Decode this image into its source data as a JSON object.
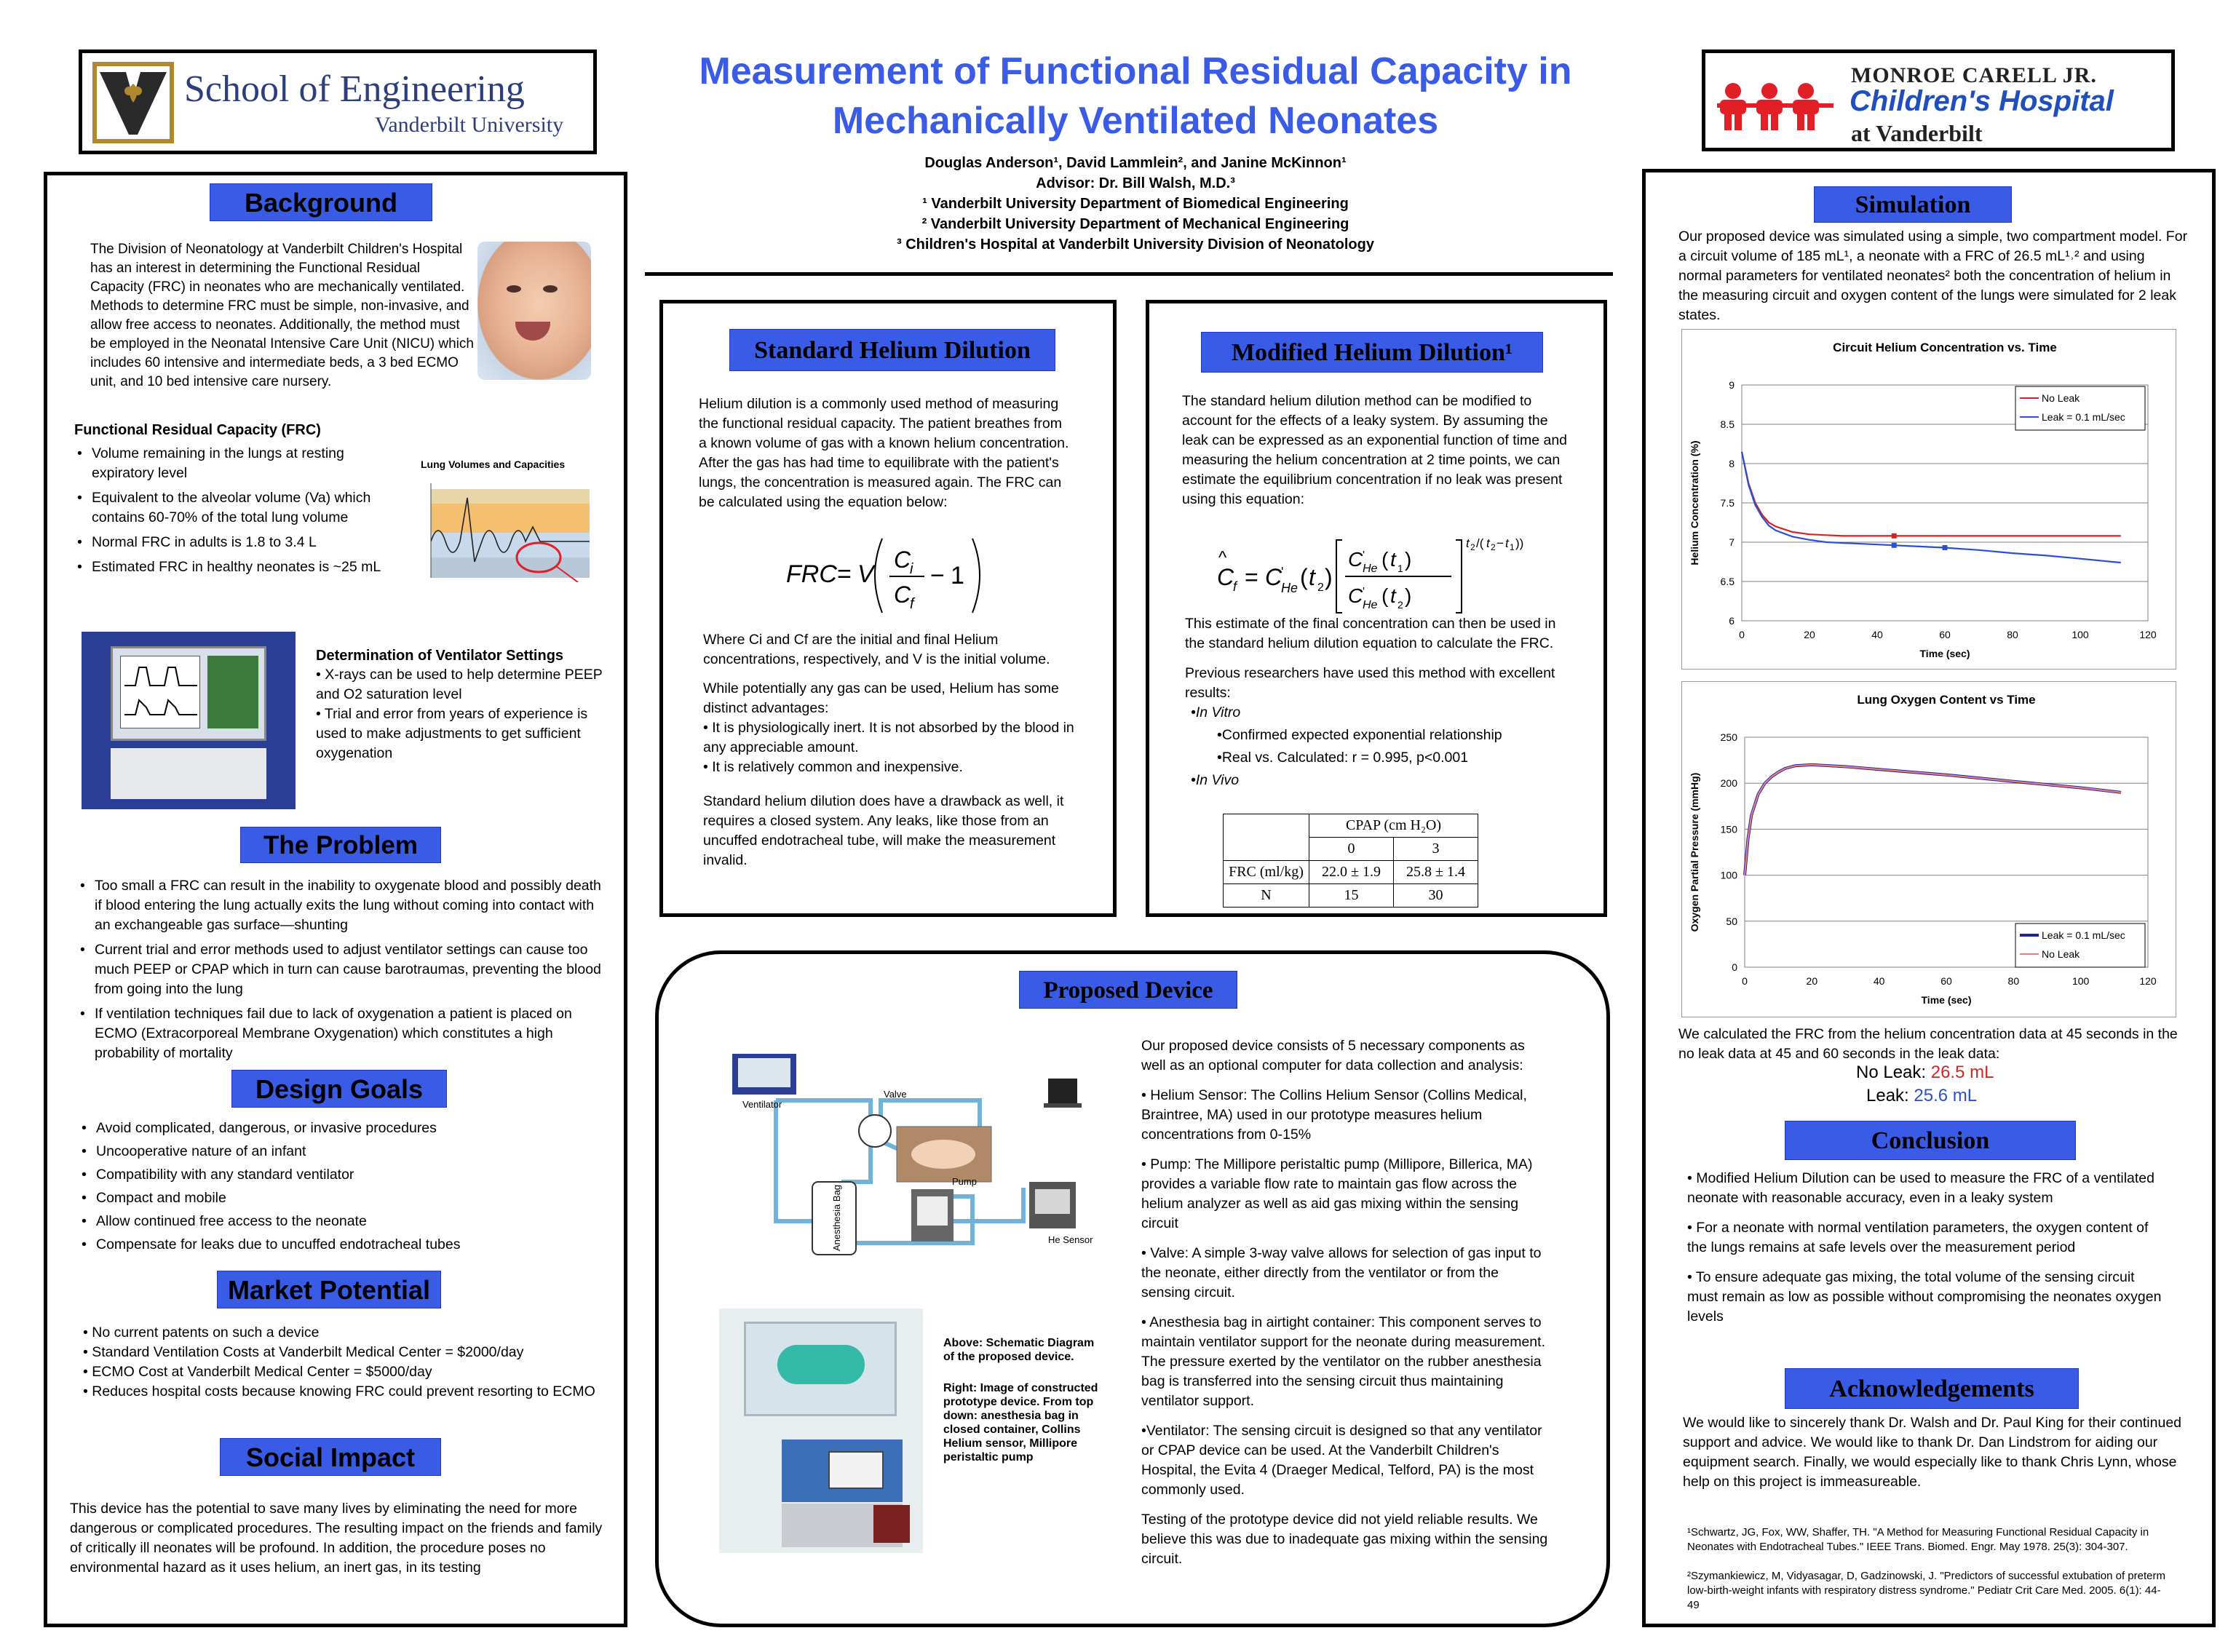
{
  "header": {
    "title_line1": "Measurement of Functional Residual Capacity in",
    "title_line2": "Mechanically Ventilated Neonates",
    "authors": "Douglas Anderson¹, David Lammlein², and Janine McKinnon¹",
    "advisor": "Advisor: Dr. Bill Walsh, M.D.³",
    "affil1": "¹ Vanderbilt University Department of Biomedical Engineering",
    "affil2": "² Vanderbilt University Department of Mechanical Engineering",
    "affil3": "³ Children's Hospital at Vanderbilt University Division of Neonatology",
    "logo_left_line1": "School of Engineering",
    "logo_left_line2": "Vanderbilt University",
    "logo_right_line1": "MONROE CARELL JR.",
    "logo_right_line2": "Children's Hospital",
    "logo_right_line3": "at Vanderbilt"
  },
  "background": {
    "heading": "Background",
    "intro": "The Division of Neonatology at Vanderbilt Children's Hospital has an interest in determining the Functional Residual Capacity (FRC) in neonates who are mechanically ventilated. Methods to determine FRC must be simple, non-invasive, and allow free access to neonates. Additionally, the method must be employed in the Neonatal Intensive Care Unit (NICU) which includes 60 intensive and intermediate beds, a 3 bed ECMO unit, and 10 bed intensive care nursery.",
    "frc_heading": "Functional Residual Capacity (FRC)",
    "frc_items": [
      "Volume remaining in the lungs at resting expiratory level",
      "Equivalent to the alveolar volume (Va) which contains 60-70% of the total lung volume",
      "Normal FRC in adults is 1.8 to 3.4 L",
      "Estimated FRC in healthy neonates is ~25 mL"
    ],
    "lung_chart_title": "Lung Volumes and Capacities",
    "vent_heading": "Determination of Ventilator Settings",
    "vent_items": [
      "X-rays can be used to help determine PEEP and O2 saturation level",
      "Trial and error from years of experience is used to make adjustments to get sufficient oxygenation"
    ]
  },
  "problem": {
    "heading": "The Problem",
    "items": [
      "Too small a FRC can result in the inability to oxygenate blood and possibly death if blood entering the lung actually exits the lung without coming into contact with an exchangeable gas surface—shunting",
      "Current trial and error methods used to adjust ventilator settings can cause too much PEEP or CPAP which in turn can cause barotraumas, preventing the blood from going into the lung",
      "If ventilation techniques fail due to lack of oxygenation a patient is placed on ECMO (Extracorporeal Membrane Oxygenation) which constitutes a high probability of mortality"
    ]
  },
  "design_goals": {
    "heading": "Design Goals",
    "items": [
      "Avoid complicated, dangerous, or invasive procedures",
      "Uncooperative nature of an infant",
      "Compatibility with any standard ventilator",
      "Compact and mobile",
      "Allow continued free access to the neonate",
      "Compensate for leaks due to uncuffed endotracheal tubes"
    ]
  },
  "market": {
    "heading": "Market Potential",
    "items": [
      "No current patents on such a device",
      "Standard Ventilation Costs at Vanderbilt Medical Center = $2000/day",
      "ECMO Cost at Vanderbilt Medical Center = $5000/day",
      "Reduces hospital costs because knowing FRC could prevent resorting to ECMO"
    ]
  },
  "social": {
    "heading": "Social Impact",
    "text": "This device has the potential to save many lives by eliminating the need for more dangerous or complicated procedures. The resulting impact on the friends and family of critically ill neonates will be profound. In addition, the procedure poses no environmental hazard as it uses helium, an inert gas, in its testing"
  },
  "standard": {
    "heading": "Standard Helium Dilution",
    "p1": "Helium dilution is a commonly used method of measuring the functional residual capacity. The patient breathes from a known volume of gas with a known helium concentration. After the gas has had time to equilibrate with the patient's lungs, the concentration is measured again. The FRC can be calculated using the equation below:",
    "p2": "Where Ci and Cf are the initial and final Helium concentrations, respectively, and V is the initial volume.",
    "p3": "While potentially any gas can be used, Helium has some distinct advantages:",
    "adv1": "• It is physiologically inert. It is not absorbed by the blood in any appreciable amount.",
    "adv2": "• It is relatively common and inexpensive.",
    "p4": "Standard helium dilution does have a drawback as well, it requires a closed system. Any leaks, like those from an uncuffed endotracheal tube, will make the measurement invalid."
  },
  "modified": {
    "heading": "Modified Helium Dilution¹",
    "p1": "The standard helium dilution method can be modified to account for the effects of a leaky system. By assuming the leak can be expressed as an exponential function of time and measuring the helium concentration at 2 time points, we can estimate the equilibrium concentration if no leak was present using this equation:",
    "p2": "This estimate of the final concentration can then be used in the standard helium dilution equation to calculate the FRC.",
    "p3": "Previous researchers have used this method with excellent results:",
    "in_vitro": "•In Vitro",
    "r1": "•Confirmed expected exponential relationship",
    "r2": "•Real vs. Calculated: r = 0.995, p<0.001",
    "in_vivo": "•In Vivo",
    "table": {
      "header": "CPAP (cm H₂O)",
      "cols": [
        "0",
        "3"
      ],
      "rows": [
        {
          "label": "FRC (ml/kg)",
          "v0": "22.0 ± 1.9",
          "v3": "25.8 ± 1.4"
        },
        {
          "label": "N",
          "v0": "15",
          "v3": "30"
        }
      ]
    }
  },
  "device": {
    "heading": "Proposed Device",
    "intro": "Our proposed device consists of 5 necessary components as well as an optional computer for data collection and analysis:",
    "items": [
      "• Helium Sensor: The Collins Helium Sensor (Collins Medical, Braintree, MA) used in our prototype measures helium concentrations from 0-15%",
      "• Pump: The Millipore peristaltic pump (Millipore, Billerica, MA) provides a variable flow rate to maintain gas flow across the helium analyzer as well as aid gas mixing within the sensing circuit",
      "• Valve: A simple 3-way valve allows for selection of gas input to the neonate, either directly from the ventilator or from the sensing circuit.",
      "• Anesthesia bag in airtight container: This component serves to maintain ventilator support for the neonate during measurement. The pressure exerted by the ventilator on the rubber anesthesia bag is transferred into the sensing circuit thus maintaining ventilator support.",
      "•Ventilator: The sensing circuit is designed so that any ventilator or CPAP device can be used. At the Vanderbilt Children's Hospital, the Evita 4 (Draeger Medical, Telford, PA) is the most commonly used.",
      "Testing of the prototype device did not yield reliable results. We believe this was due to inadequate gas mixing within the sensing circuit."
    ],
    "schematic": {
      "ventilator": "Ventilator",
      "valve": "Valve",
      "pump": "Pump",
      "bag": "Anesthesia Bag",
      "sensor": "He Sensor"
    },
    "caption1": "Above: Schematic Diagram of the proposed device.",
    "caption2": "Right: Image of constructed prototype device. From top down: anesthesia bag in closed container, Collins Helium sensor, Millipore peristaltic pump"
  },
  "simulation": {
    "heading": "Simulation",
    "intro": "Our proposed device was simulated using a simple, two compartment model. For a circuit volume of 185 mL¹, a neonate with a FRC of 26.5 mL¹˒² and using normal parameters for ventilated neonates² both the concentration of helium in the measuring circuit and oxygen content of the lungs were simulated for 2 leak states.",
    "result_text": "We calculated the FRC from the helium concentration data at 45 seconds in the no leak data at 45 and 60 seconds in the leak data:",
    "noleak_label": "No Leak:",
    "noleak_value": "26.5 mL",
    "leak_label": "Leak:",
    "leak_value": "25.6 mL",
    "red": "#d22424",
    "blue": "#2a4fd6"
  },
  "conclusion": {
    "heading": "Conclusion",
    "items": [
      "Modified Helium Dilution can be used to measure the FRC of a ventilated neonate with reasonable accuracy, even in a leaky system",
      "For a neonate with normal ventilation parameters, the oxygen content of the lungs remains at safe levels over the measurement period",
      "To ensure adequate gas mixing, the total volume of the sensing circuit must remain as low as possible without compromising the neonates oxygen levels"
    ]
  },
  "ack": {
    "heading": "Acknowledgements",
    "text": "We would like to sincerely thank Dr. Walsh and Dr. Paul King for their continued support and advice. We would like to thank Dr. Dan Lindstrom for aiding our equipment search. Finally, we would especially like to thank Chris Lynn, whose help on this project is immeasureable.",
    "ref1": "¹Schwartz, JG, Fox, WW, Shaffer, TH. \"A Method for Measuring Functional Residual Capacity in Neonates with Endotracheal Tubes.\" IEEE Trans. Biomed. Engr. May 1978. 25(3): 304-307.",
    "ref2": "²Szymankiewicz, M, Vidyasagar, D, Gadzinowski, J. \"Predictors of successful extubation of preterm low-birth-weight infants with respiratory distress syndrome.\" Pediatr Crit Care Med. 2005. 6(1): 44-49"
  },
  "chart_data": [
    {
      "type": "line",
      "title": "Circuit Helium Concentration vs. Time",
      "xlabel": "Time (sec)",
      "ylabel": "Helium Concentration (%)",
      "xlim": [
        0,
        120
      ],
      "ylim": [
        6,
        9
      ],
      "xticks": [
        0,
        20,
        40,
        60,
        80,
        100,
        120
      ],
      "yticks": [
        6,
        6.5,
        7,
        7.5,
        8,
        8.5,
        9
      ],
      "grid": true,
      "legend": "top-right",
      "series": [
        {
          "name": "No Leak",
          "color": "#d22424",
          "x": [
            0,
            2,
            4,
            6,
            8,
            10,
            15,
            20,
            25,
            30,
            40,
            50,
            60,
            80,
            100,
            112
          ],
          "y": [
            8.15,
            7.75,
            7.5,
            7.35,
            7.25,
            7.2,
            7.13,
            7.1,
            7.09,
            7.08,
            7.08,
            7.08,
            7.08,
            7.08,
            7.08,
            7.08
          ]
        },
        {
          "name": "Leak = 0.1 mL/sec",
          "color": "#2a4fd6",
          "x": [
            0,
            2,
            4,
            6,
            8,
            10,
            15,
            20,
            25,
            30,
            40,
            50,
            60,
            70,
            80,
            90,
            100,
            112
          ],
          "y": [
            8.15,
            7.73,
            7.47,
            7.32,
            7.21,
            7.15,
            7.07,
            7.03,
            7.0,
            6.99,
            6.97,
            6.95,
            6.93,
            6.9,
            6.86,
            6.83,
            6.79,
            6.74
          ]
        }
      ],
      "markers": [
        {
          "series": "No Leak",
          "x": 45,
          "y": 7.08
        },
        {
          "series": "Leak = 0.1 mL/sec",
          "x": 45,
          "y": 6.96
        },
        {
          "series": "Leak = 0.1 mL/sec",
          "x": 60,
          "y": 6.93
        }
      ]
    },
    {
      "type": "line",
      "title": "Lung Oxygen Content vs Time",
      "xlabel": "Time (sec)",
      "ylabel": "Oxygen Partial Pressure (mmHg)",
      "xlim": [
        0,
        120
      ],
      "ylim": [
        0,
        250
      ],
      "xticks": [
        0,
        20,
        40,
        60,
        80,
        100,
        120
      ],
      "yticks": [
        0,
        50,
        100,
        150,
        200,
        250
      ],
      "grid": true,
      "legend": "bottom-right",
      "series": [
        {
          "name": "Leak = 0.1 mL/sec",
          "color": "#1f1fa8",
          "x": [
            0,
            1,
            2,
            4,
            6,
            8,
            10,
            12,
            15,
            20,
            30,
            40,
            60,
            80,
            100,
            112
          ],
          "y": [
            100,
            140,
            165,
            188,
            200,
            207,
            212,
            216,
            219,
            220,
            218,
            215,
            209,
            202,
            195,
            190
          ]
        },
        {
          "name": "No Leak",
          "color": "#e08080",
          "x": [
            0,
            1,
            2,
            4,
            6,
            8,
            10,
            12,
            15,
            20,
            30,
            40,
            60,
            80,
            100,
            112
          ],
          "y": [
            100,
            140,
            165,
            188,
            200,
            207,
            212,
            216,
            219,
            220,
            218,
            215,
            209,
            202,
            195,
            190
          ]
        }
      ]
    }
  ]
}
